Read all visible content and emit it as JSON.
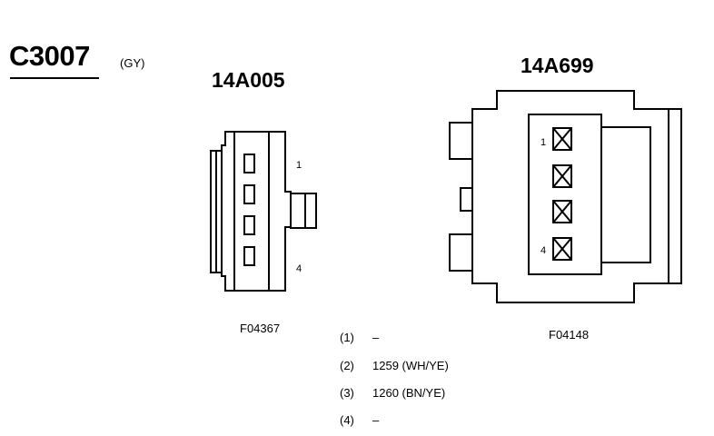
{
  "connector": {
    "id": "C3007",
    "color": "(GY)"
  },
  "left_connector": {
    "part_number": "14A005",
    "figure_ref": "F04367",
    "pin_first_label": "1",
    "pin_last_label": "4"
  },
  "right_connector": {
    "part_number": "14A699",
    "figure_ref": "F04148",
    "pin_first_label": "1",
    "pin_last_label": "4"
  },
  "pinout": [
    {
      "pin": "(1)",
      "circuit": "–"
    },
    {
      "pin": "(2)",
      "circuit": "1259 (WH/YE)"
    },
    {
      "pin": "(3)",
      "circuit": "1260 (BN/YE)"
    },
    {
      "pin": "(4)",
      "circuit": "–"
    }
  ]
}
